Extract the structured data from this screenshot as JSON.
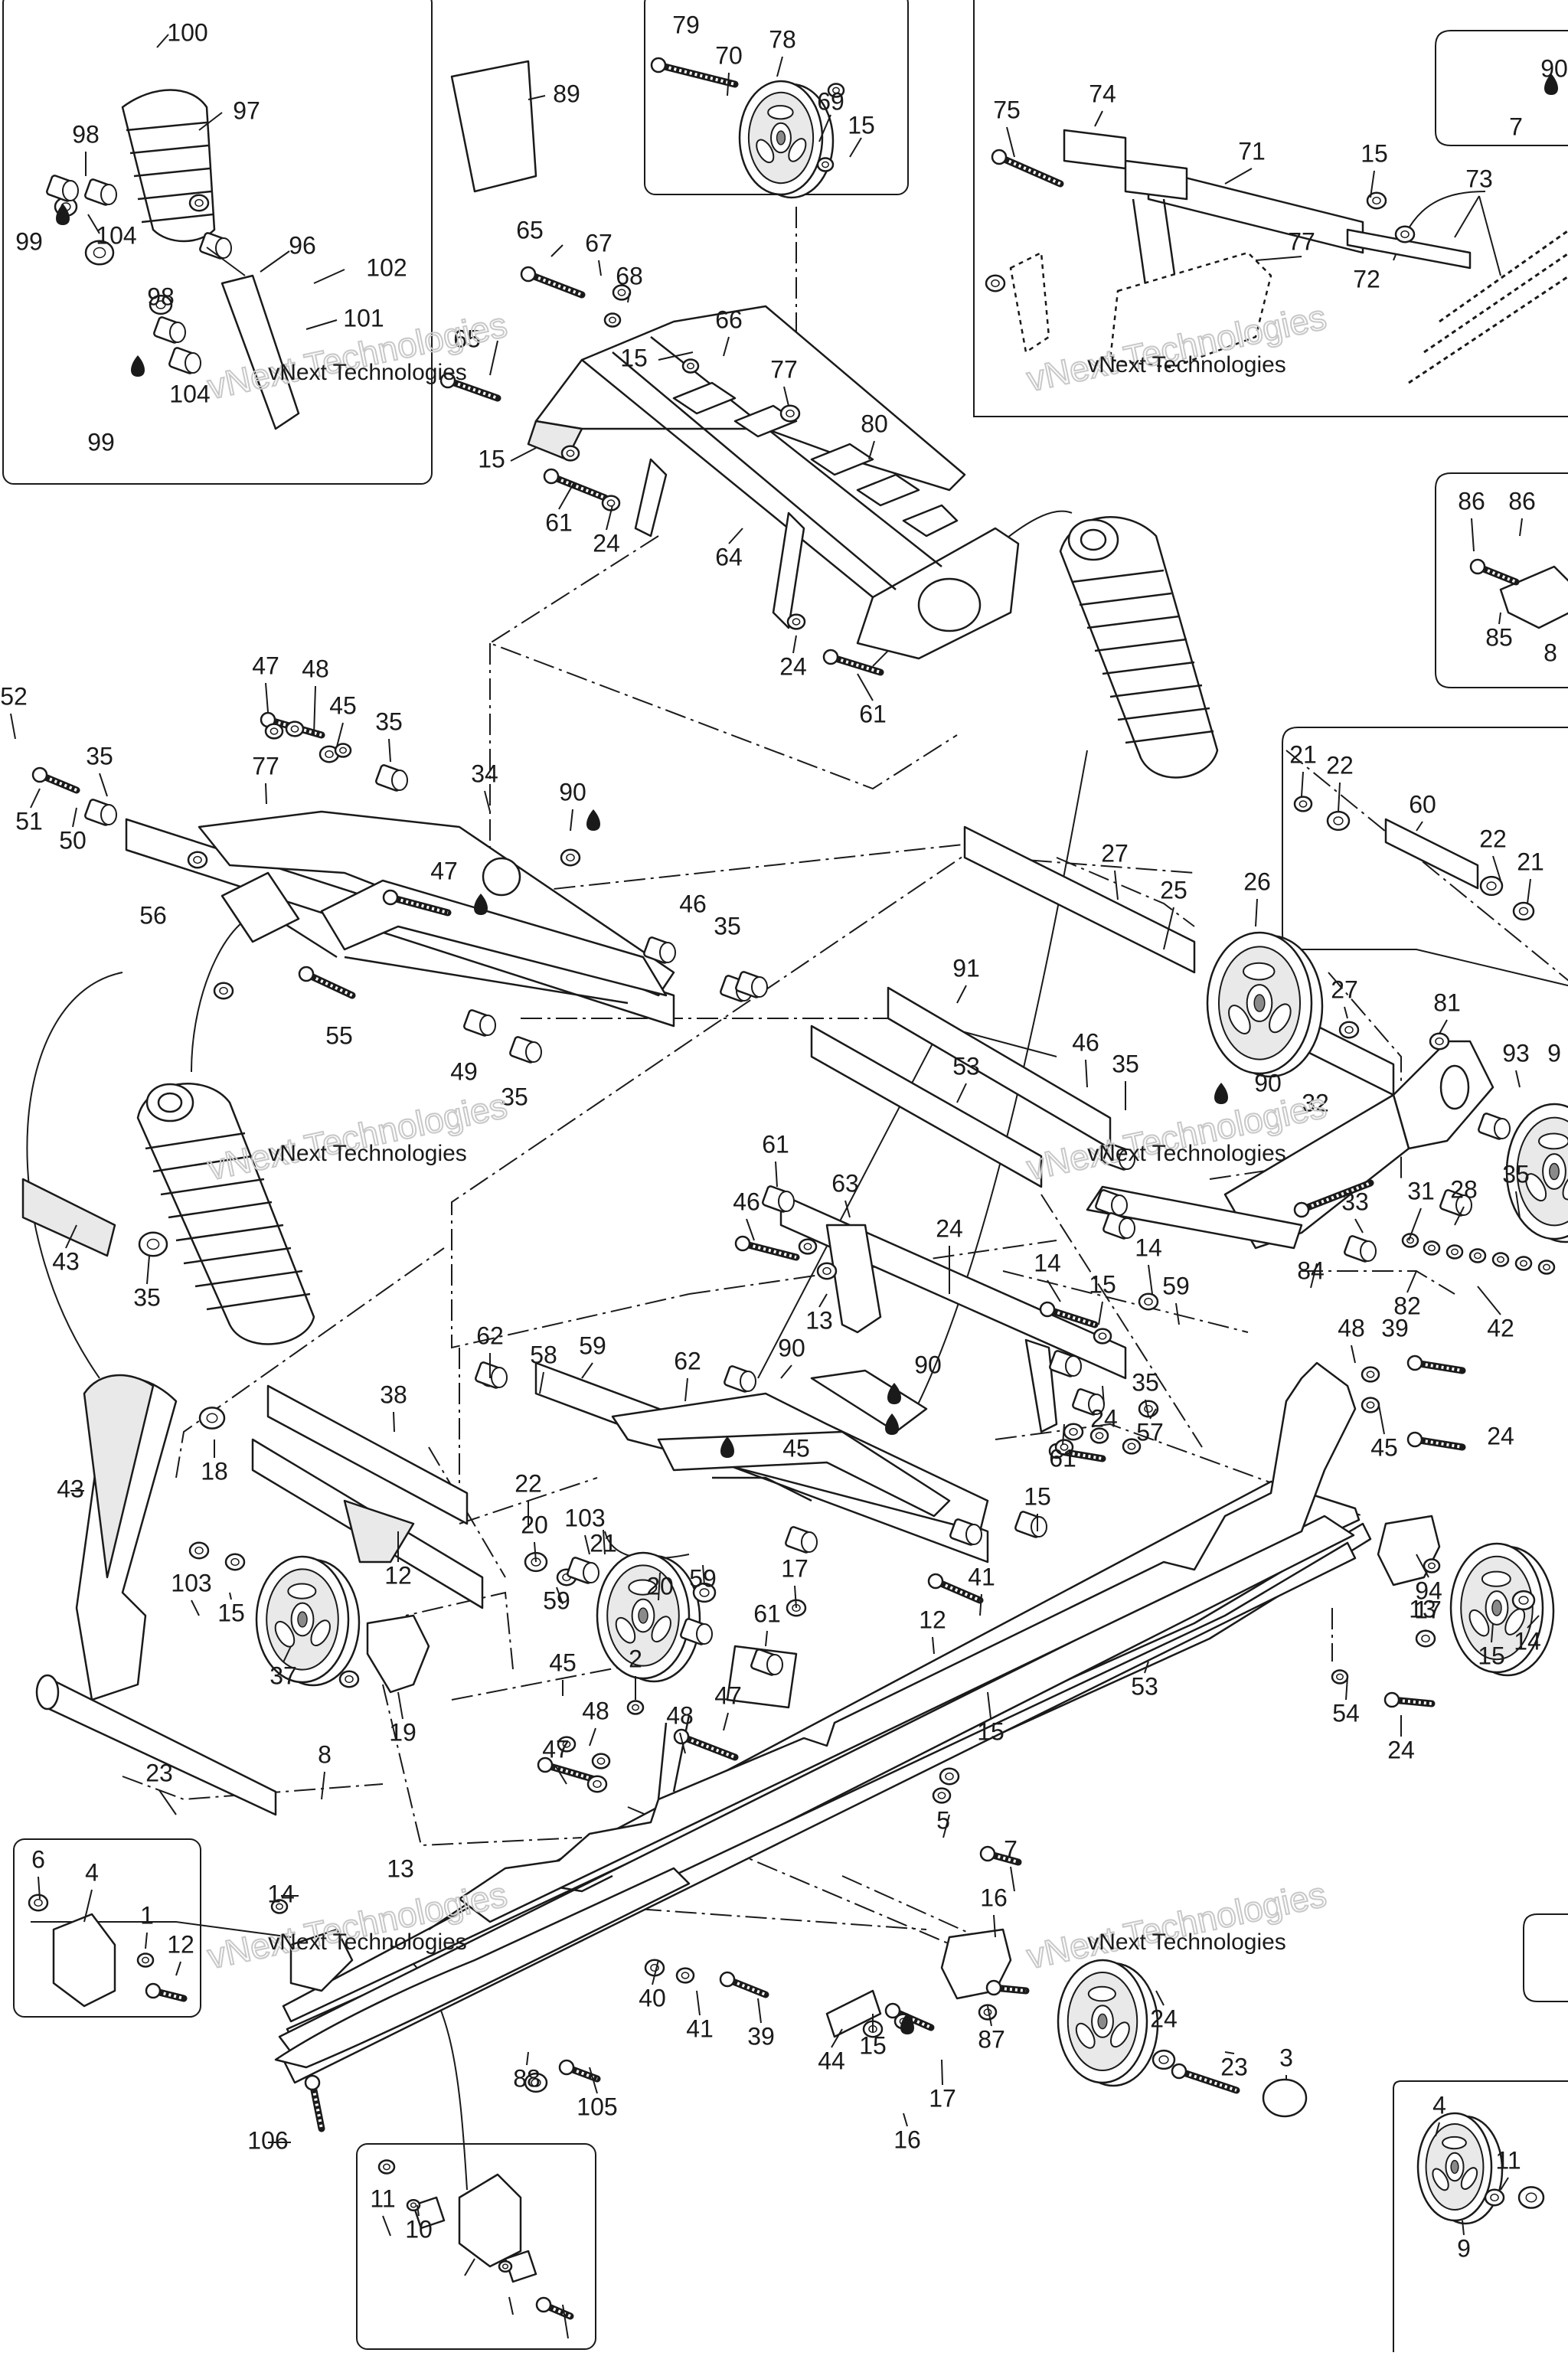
{
  "watermark": {
    "text": "vNext Technologies",
    "color": "#c8c8c8"
  },
  "colors": {
    "ink": "#1a1a1a",
    "fill": "#ffffff",
    "shade": "#e9e9e9",
    "dark": "#8a8a8a"
  },
  "labels": [
    "100",
    "97",
    "98",
    "104",
    "99",
    "96",
    "102",
    "101",
    "98",
    "104",
    "99",
    "89",
    "79",
    "70",
    "78",
    "69",
    "15",
    "75",
    "74",
    "71",
    "15",
    "73",
    "77",
    "72",
    "90",
    "7",
    "65",
    "67",
    "68",
    "66",
    "15",
    "65",
    "77",
    "80",
    "15",
    "61",
    "24",
    "64",
    "24",
    "61",
    "86",
    "86",
    "85",
    "8",
    "52",
    "51",
    "35",
    "50",
    "47",
    "48",
    "45",
    "35",
    "77",
    "34",
    "90",
    "47",
    "46",
    "35",
    "56",
    "55",
    "49",
    "35",
    "21",
    "22",
    "60",
    "22",
    "21",
    "27",
    "25",
    "26",
    "27",
    "81",
    "93",
    "9",
    "91",
    "46",
    "35",
    "90",
    "53",
    "32",
    "31",
    "28",
    "33",
    "35",
    "84",
    "82",
    "42",
    "43",
    "35",
    "61",
    "46",
    "63",
    "24",
    "13",
    "14",
    "15",
    "14",
    "59",
    "62",
    "58",
    "59",
    "62",
    "90",
    "90",
    "45",
    "48",
    "39",
    "24",
    "45",
    "35",
    "24",
    "61",
    "57",
    "43",
    "18",
    "38",
    "22",
    "20",
    "103",
    "21",
    "20",
    "59",
    "59",
    "15",
    "17",
    "103",
    "15",
    "37",
    "12",
    "19",
    "61",
    "41",
    "12",
    "15",
    "94",
    "17",
    "15",
    "14",
    "13",
    "45",
    "48",
    "47",
    "2",
    "48",
    "47",
    "53",
    "54",
    "24",
    "23",
    "8",
    "5",
    "7",
    "6",
    "4",
    "1",
    "12",
    "14",
    "13",
    "16",
    "40",
    "41",
    "39",
    "44",
    "15",
    "17",
    "16",
    "87",
    "24",
    "23",
    "3",
    "88",
    "105",
    "106",
    "4",
    "11",
    "9",
    "11",
    "10"
  ]
}
